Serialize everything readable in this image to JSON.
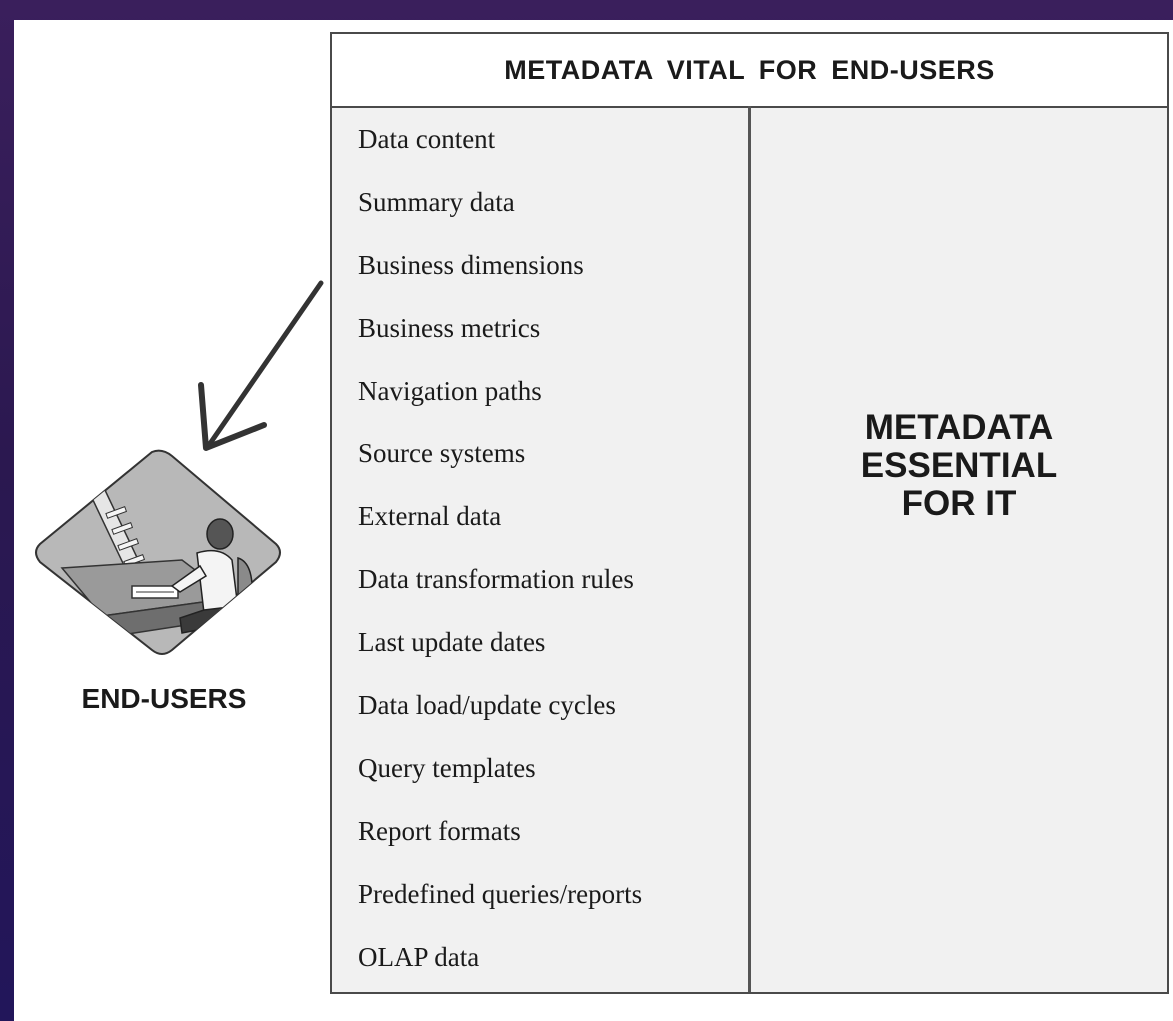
{
  "table": {
    "header": "METADATA VITAL FOR END-USERS",
    "items": [
      "Data content",
      "Summary data",
      "Business dimensions",
      "Business metrics",
      "Navigation paths",
      "Source systems",
      "External data",
      "Data transformation rules",
      "Last update dates",
      "Data load/update cycles",
      "Query templates",
      "Report formats",
      "Predefined queries/reports",
      "OLAP data"
    ],
    "right_label_lines": [
      "METADATA",
      "ESSENTIAL",
      "FOR IT"
    ]
  },
  "end_users": {
    "label": "END-USERS",
    "icon": "person-at-computer-icon"
  },
  "arrow": {
    "icon": "arrow-down-left-icon"
  }
}
